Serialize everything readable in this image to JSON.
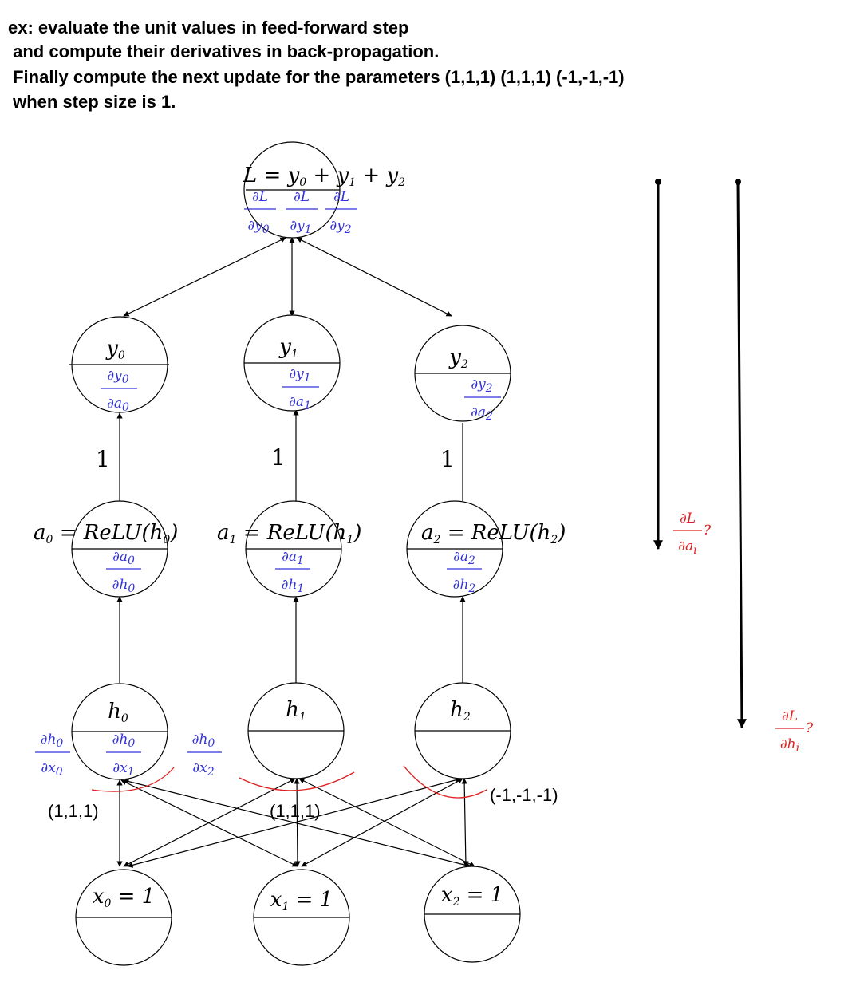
{
  "header": {
    "lines": [
      "ex: evaluate the unit values in feed-forward step",
      " and compute their derivatives in back-propagation.",
      " Finally compute the next update for the parameters (1,1,1) (1,1,1) (-1,-1,-1)",
      " when step size is 1."
    ]
  },
  "loss_node": {
    "formula": {
      "parts": [
        "L = y",
        "0",
        " + y",
        "1",
        " + y",
        "2"
      ]
    },
    "derivs": [
      {
        "num": "∂L",
        "den": "∂y",
        "sub": "0"
      },
      {
        "num": "∂L",
        "den": "∂y",
        "sub": "1"
      },
      {
        "num": "∂L",
        "den": "∂y",
        "sub": "2"
      }
    ]
  },
  "y_nodes": [
    {
      "var": "y",
      "sub": "0",
      "d_num": "∂y",
      "d_num_sub": "0",
      "d_den": "∂a",
      "d_den_sub": "0"
    },
    {
      "var": "y",
      "sub": "1",
      "d_num": "∂y",
      "d_num_sub": "1",
      "d_den": "∂a",
      "d_den_sub": "1"
    },
    {
      "var": "y",
      "sub": "2",
      "d_num": "∂y",
      "d_num_sub": "2",
      "d_den": "∂a",
      "d_den_sub": "2"
    }
  ],
  "edge_weights": [
    "1",
    "1",
    "1"
  ],
  "a_nodes": [
    {
      "pre": "a",
      "pre_sub": "0",
      "mid": " = ReLU(h",
      "arg_sub": "0",
      "post": ")",
      "d_num": "∂a",
      "d_num_sub": "0",
      "d_den": "∂h",
      "d_den_sub": "0"
    },
    {
      "pre": "a",
      "pre_sub": "1",
      "mid": " = ReLU(h",
      "arg_sub": "1",
      "post": ")",
      "d_num": "∂a",
      "d_num_sub": "1",
      "d_den": "∂h",
      "d_den_sub": "1"
    },
    {
      "pre": "a",
      "pre_sub": "2",
      "mid": " = ReLU(h",
      "arg_sub": "2",
      "post": ")",
      "d_num": "∂a",
      "d_num_sub": "2",
      "d_den": "∂h",
      "d_den_sub": "2"
    }
  ],
  "h_nodes": [
    {
      "var": "h",
      "sub": "0"
    },
    {
      "var": "h",
      "sub": "1"
    },
    {
      "var": "h",
      "sub": "2"
    }
  ],
  "h0_derivs": [
    {
      "num": "∂h",
      "num_sub": "0",
      "den": "∂x",
      "den_sub": "0"
    },
    {
      "num": "∂h",
      "num_sub": "0",
      "den": "∂x",
      "den_sub": "1"
    },
    {
      "num": "∂h",
      "num_sub": "0",
      "den": "∂x",
      "den_sub": "2"
    }
  ],
  "weight_labels": [
    "(1,1,1)",
    "(1,1,1)",
    "(-1,-1,-1)"
  ],
  "x_nodes": [
    {
      "var": "x",
      "sub": "0",
      "val": " = 1"
    },
    {
      "var": "x",
      "sub": "1",
      "val": " = 1"
    },
    {
      "var": "x",
      "sub": "2",
      "val": " = 1"
    }
  ],
  "side_questions": [
    {
      "num": "∂L",
      "den": "∂a",
      "den_sub": "i",
      "q": "?"
    },
    {
      "num": "∂L",
      "den": "∂h",
      "den_sub": "i",
      "q": "?"
    }
  ],
  "colors": {
    "ink": "#000000",
    "deriv": "#3333dd",
    "question": "#e02020",
    "arc": "#e02020"
  }
}
